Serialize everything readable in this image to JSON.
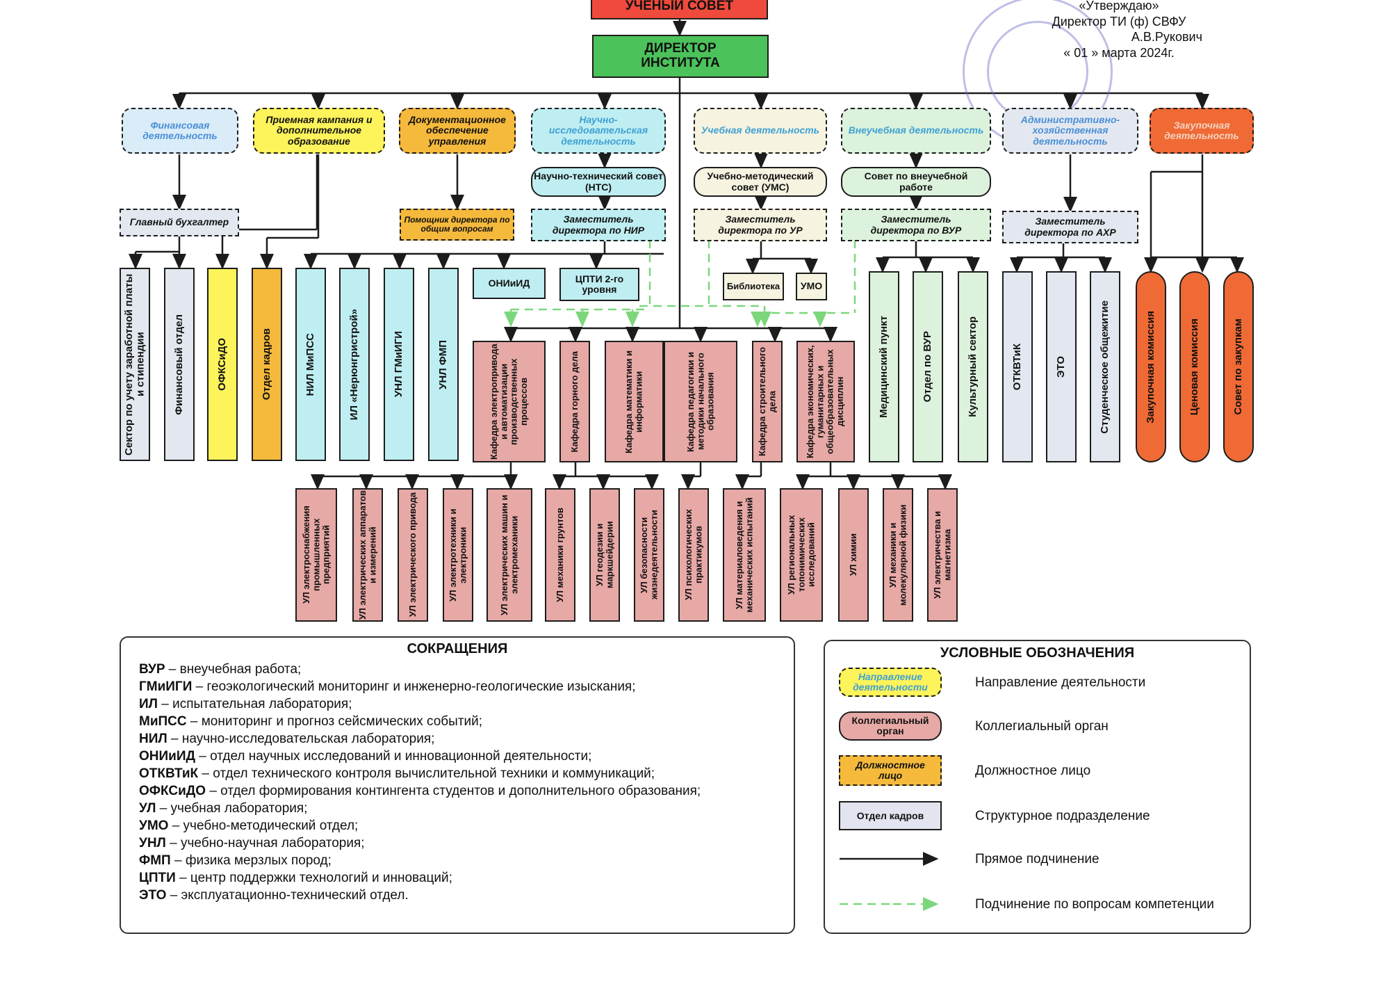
{
  "approval": {
    "line1": "«Утверждаю»",
    "line2": "Директор ТИ (ф) СВФУ",
    "line3": "А.В.Рукович",
    "line4": "«  01  » марта 2024г."
  },
  "top": {
    "council": "УЧЕНЫЙ СОВЕТ",
    "director": "ДИРЕКТОР ИНСТИТУТА"
  },
  "directions": {
    "finance": "Финансовая деятельность",
    "admission": "Приемная кампания и дополнительное образование",
    "docs": "Документационное обеспечение управления",
    "research": "Научно-исследовательская деятельность",
    "education": "Учебная деятельность",
    "extracurricular": "Внеучебная деятельность",
    "admin": "Административно-хозяйственная деятельность",
    "procurement": "Закупочная деятельность"
  },
  "mid": {
    "chief_accountant": "Главный бухгалтер",
    "assistant": "Помощник директора по общим вопросам",
    "nts": "Научно-технический совет (НТС)",
    "ums": "Учебно-методический совет (УМС)",
    "vur_council": "Совет по внеучебной работе",
    "dep_nir": "Заместитель директора по НИР",
    "dep_ur": "Заместитель директора по УР",
    "dep_vur": "Заместитель директора по ВУР",
    "dep_ahr": "Заместитель директора по АХР",
    "oniid": "ОНИиИД",
    "cpti": "ЦПТИ 2-го уровня",
    "library": "Библиотека",
    "umo": "УМО"
  },
  "units": {
    "payroll": "Сектор по учету заработной платы и стипендии",
    "finance_dept": "Финансовый отдел",
    "ofksido": "ОФКСиДО",
    "hr": "Отдел кадров",
    "nil": "НИЛ МиПСС",
    "il": "ИЛ «Нерюнгристрой»",
    "unl_gm": "УНЛ ГМиИГИ",
    "unl_fmp": "УНЛ ФМП",
    "medical": "Медицинский пункт",
    "vur_dept": "Отдел по ВУР",
    "culture": "Культурный сектор",
    "otkvtik": "ОТКВТиК",
    "eto": "ЭТО",
    "dorm": "Студенческое общежитие",
    "proc_comm": "Закупочная комиссия",
    "price_comm": "Ценовая комиссия",
    "proc_council": "Совет по закупкам"
  },
  "chairs": {
    "c1": "Кафедра электропривода и автоматизации производственных процессов",
    "c2": "Кафедра горного дела",
    "c3": "Кафедра математики и информатики",
    "c4": "Кафедра педагогики и методики начального образования",
    "c5": "Кафедра строительного дела",
    "c6": "Кафедра экономических, гуманитарных и общеобразовательных дисциплин"
  },
  "labs": {
    "l1": "УЛ электроснабжения промышленных предприятий",
    "l2": "УЛ электрических аппаратов и измерений",
    "l3": "УЛ электрического привода",
    "l4": "УЛ электротехники и электроники",
    "l5": "УЛ электрических машин и электромеханики",
    "l6": "УЛ механики грунтов",
    "l7": "УЛ геодезии и маркшейдерии",
    "l8": "УЛ безопасности жизнедеятельности",
    "l9": "УЛ психологических практикумов",
    "l10": "УЛ материаловедения и механических испытаний",
    "l11": "УЛ региональных топонимических исследований",
    "l12": "УЛ химии",
    "l13": "УЛ механики и молекулярной физики",
    "l14": "УЛ электричества и магнетизма"
  },
  "abbreviations": {
    "title": "СОКРАЩЕНИЯ",
    "items": [
      {
        "term": "ВУР",
        "text": " – внеучебная работа;"
      },
      {
        "term": "ГМиИГИ",
        "text": " – геоэкологический мониторинг и инженерно-геологические изыскания;"
      },
      {
        "term": "ИЛ",
        "text": " – испытательная лаборатория;"
      },
      {
        "term": "МиПСС",
        "text": " – мониторинг и прогноз сейсмических событий;"
      },
      {
        "term": "НИЛ",
        "text": " – научно-исследовательская лаборатория;"
      },
      {
        "term": "ОНИиИД",
        "text": " – отдел научных исследований и инновационной деятельности;"
      },
      {
        "term": "ОТКВТиК",
        "text": " – отдел технического контроля вычислительной техники и коммуникаций;"
      },
      {
        "term": "ОФКСиДО",
        "text": " – отдел формирования контингента студентов и дополнительного образования;"
      },
      {
        "term": "УЛ",
        "text": " – учебная лаборатория;"
      },
      {
        "term": "УМО",
        "text": " – учебно-методический отдел;"
      },
      {
        "term": "УНЛ",
        "text": " – учебно-научная лаборатория;"
      },
      {
        "term": "ФМП",
        "text": " – физика мерзлых пород;"
      },
      {
        "term": "ЦПТИ",
        "text": " – центр поддержки технологий и инноваций;"
      },
      {
        "term": "ЭТО",
        "text": " – эксплуатационно-технический отдел."
      }
    ]
  },
  "legend": {
    "title": "УСЛОВНЫЕ ОБОЗНАЧЕНИЯ",
    "direction_swatch": "Направление деятельности",
    "direction_label": "Направление деятельности",
    "collegial_swatch": "Коллегиальный орган",
    "collegial_label": "Коллегиальный орган",
    "official_swatch": "Должностное лицо",
    "official_label": "Должностное лицо",
    "unit_swatch": "Отдел кадров",
    "unit_label": "Структурное подразделение",
    "direct_label": "Прямое подчинение",
    "competence_label": "Подчинение по вопросам компетенции"
  },
  "colors": {
    "council": "#f04a3c",
    "director": "#4cc25a",
    "blue_light": "#d9ecf7",
    "yellow": "#fdf35a",
    "orange": "#f5b93c",
    "cyan": "#bfeef2",
    "cream": "#f6f3e0",
    "mint": "#dcf2dc",
    "gray_blue": "#e3e8f0",
    "red_orange": "#ef6a35",
    "pink": "#e7a9a6",
    "lavender": "#e2e4ef",
    "green_dash": "#7cd77c"
  }
}
